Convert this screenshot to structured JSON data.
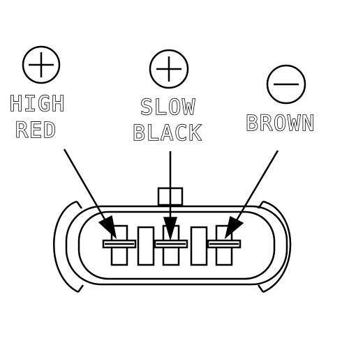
{
  "terminals": [
    {
      "id": "high",
      "polarity_symbol": "+",
      "label_line1": "HIGH",
      "label_line2": "RED"
    },
    {
      "id": "slow",
      "polarity_symbol": "+",
      "label_line1": "SLOW",
      "label_line2": "BLACK"
    },
    {
      "id": "brown",
      "polarity_symbol": "−",
      "label_line1": "BROWN",
      "label_line2": ""
    }
  ],
  "colors": {
    "line": "#000000",
    "background": "#ffffff"
  }
}
